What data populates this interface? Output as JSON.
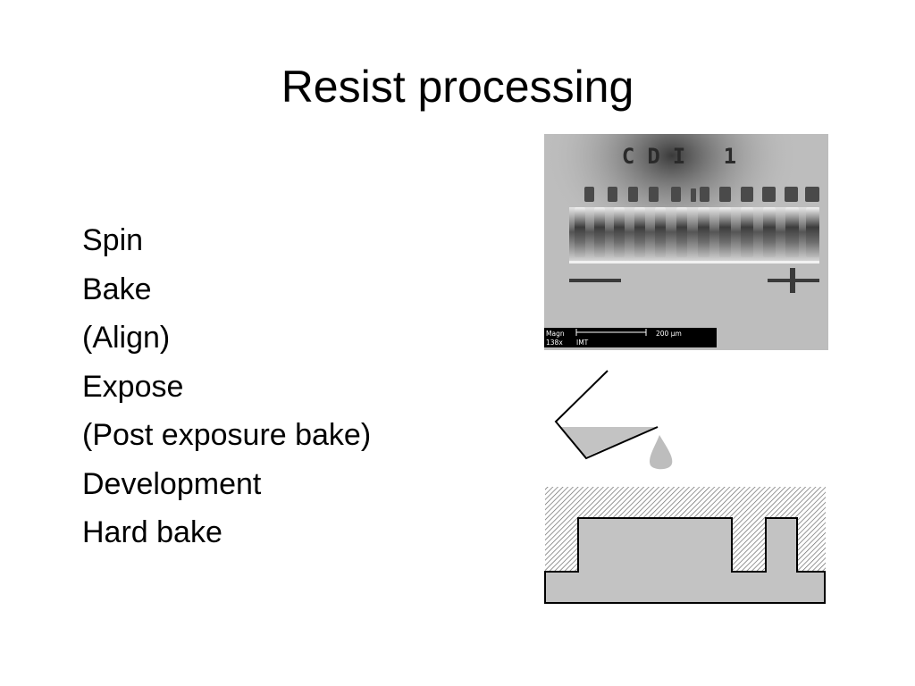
{
  "slide": {
    "title": "Resist processing",
    "steps": [
      "Spin",
      "Bake",
      "(Align)",
      "Expose",
      "(Post exposure bake)",
      "Development",
      "Hard bake"
    ]
  },
  "sem_image": {
    "header_text": "CDI 1",
    "magn_label": "Magn",
    "magn_value": "138x",
    "operator": "IMT",
    "scale_bar_label": "200 μm"
  }
}
